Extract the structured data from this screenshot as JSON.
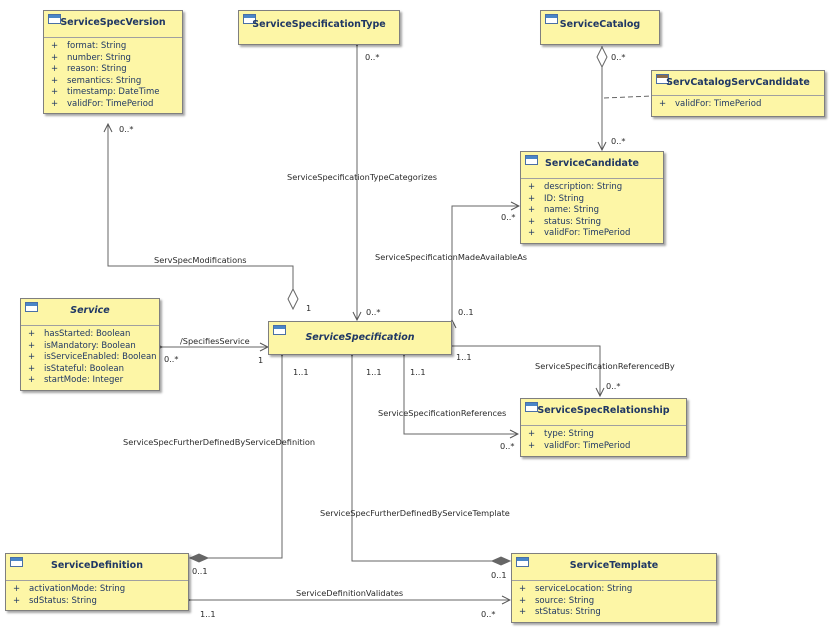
{
  "classes": {
    "service_spec_version": {
      "name": "ServiceSpecVersion",
      "attributes": [
        {
          "vis": "+",
          "text": "format: String"
        },
        {
          "vis": "+",
          "text": "number: String"
        },
        {
          "vis": "+",
          "text": "reason: String"
        },
        {
          "vis": "+",
          "text": "semantics: String"
        },
        {
          "vis": "+",
          "text": "timestamp: DateTime"
        },
        {
          "vis": "+",
          "text": "validFor: TimePeriod"
        }
      ]
    },
    "service_specification_type": {
      "name": "ServiceSpecificationType"
    },
    "service_catalog": {
      "name": "ServiceCatalog"
    },
    "serv_catalog_serv_candidate": {
      "name": "ServCatalogServCandidate",
      "attributes": [
        {
          "vis": "+",
          "text": "validFor: TimePeriod"
        }
      ]
    },
    "service_candidate": {
      "name": "ServiceCandidate",
      "attributes": [
        {
          "vis": "+",
          "text": "description: String"
        },
        {
          "vis": "+",
          "text": "ID: String"
        },
        {
          "vis": "+",
          "text": "name: String"
        },
        {
          "vis": "+",
          "text": "status: String"
        },
        {
          "vis": "+",
          "text": "validFor: TimePeriod"
        }
      ]
    },
    "service": {
      "name": "Service",
      "attributes": [
        {
          "vis": "+",
          "text": "hasStarted: Boolean"
        },
        {
          "vis": "+",
          "text": "isMandatory: Boolean"
        },
        {
          "vis": "+",
          "text": "isServiceEnabled: Boolean"
        },
        {
          "vis": "+",
          "text": "isStateful: Boolean"
        },
        {
          "vis": "+",
          "text": "startMode: Integer"
        }
      ]
    },
    "service_specification": {
      "name": "ServiceSpecification"
    },
    "service_spec_relationship": {
      "name": "ServiceSpecRelationship",
      "attributes": [
        {
          "vis": "+",
          "text": "type: String"
        },
        {
          "vis": "+",
          "text": "validFor: TimePeriod"
        }
      ]
    },
    "service_definition": {
      "name": "ServiceDefinition",
      "attributes": [
        {
          "vis": "+",
          "text": "activationMode: String"
        },
        {
          "vis": "+",
          "text": "sdStatus: String"
        }
      ]
    },
    "service_template": {
      "name": "ServiceTemplate",
      "attributes": [
        {
          "vis": "+",
          "text": "serviceLocation: String"
        },
        {
          "vis": "+",
          "text": "source: String"
        },
        {
          "vis": "+",
          "text": "stStatus: String"
        }
      ]
    }
  },
  "associations": {
    "serv_spec_modifications": "ServSpecModifications",
    "type_categorizes": "ServiceSpecificationTypeCategorizes",
    "made_available_as": "ServiceSpecificationMadeAvailableAs",
    "specifies_service": "/SpecifiesService",
    "referenced_by": "ServiceSpecificationReferencedBy",
    "references": "ServiceSpecificationReferences",
    "defined_by_definition": "ServiceSpecFurtherDefinedByServiceDefinition",
    "defined_by_template": "ServiceSpecFurtherDefinedByServiceTemplate",
    "definition_validates": "ServiceDefinitionValidates"
  },
  "multiplicities": {
    "ssv_0n": "0..*",
    "sst_0n": "0..*",
    "cat_0n_top": "0..*",
    "cat_0n_bot": "0..*",
    "cand_0n": "0..*",
    "spec_1_mod": "1",
    "spec_0n_type": "0..*",
    "spec_01_avail": "0..1",
    "service_0n": "0..*",
    "spec_1_svc": "1",
    "spec_11_a": "1..1",
    "spec_11_b": "1..1",
    "spec_11_c": "1..1",
    "spec_11_d": "1..1",
    "rel_0n_top": "0..*",
    "rel_0n_left": "0..*",
    "def_01": "0..1",
    "tmpl_01": "0..1",
    "def_11": "1..1",
    "tmpl_0n": "0..*"
  }
}
